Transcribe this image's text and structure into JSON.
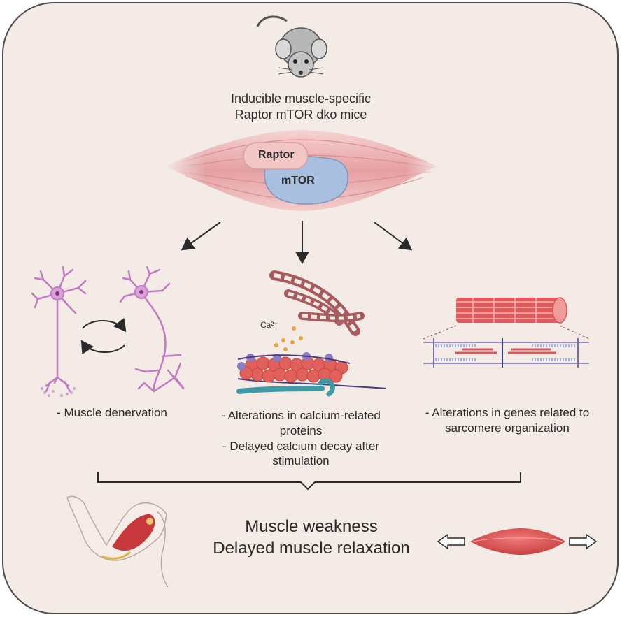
{
  "header": {
    "line1": "Inducible muscle-specific",
    "line2": "Raptor mTOR dko mice"
  },
  "proteins": {
    "raptor": "Raptor",
    "mtor": "mTOR"
  },
  "calcium_label": "Ca²⁺",
  "findings": {
    "left": "- Muscle denervation",
    "middle": [
      "- Alterations in calcium-related",
      "proteins",
      "- Delayed calcium decay after",
      "stimulation"
    ],
    "right": [
      "- Alterations in genes related to",
      "sarcomere organization"
    ]
  },
  "outcome": {
    "line1": "Muscle weakness",
    "line2": "Delayed muscle relaxation"
  },
  "icons": [
    "mouse-icon",
    "muscle-fiber-icon",
    "neuron-icon",
    "sarcoplasmic-reticulum-icon",
    "actin-myosin-icon",
    "myofibril-icon",
    "sarcomere-icon",
    "arm-icon",
    "muscle-icon",
    "double-arrow-icon"
  ],
  "colors": {
    "background": "#f4ebe7",
    "border": "#4a4a4a",
    "muscle": "#e9aeb0",
    "raptor": "#f3c6c6",
    "mtor": "#a9bfe0",
    "neuron": "#c27bc2",
    "calcium": "#e8a23c"
  }
}
